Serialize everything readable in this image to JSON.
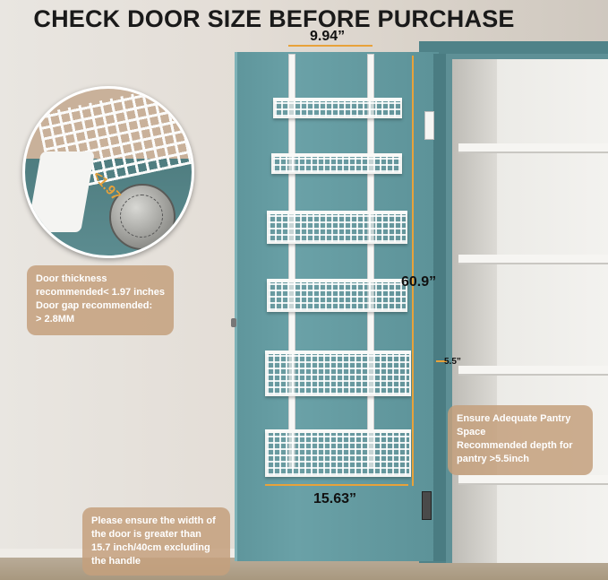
{
  "title": "CHECK DOOR SIZE BEFORE PURCHASE",
  "dimensions": {
    "top_width": "9.94”",
    "height": "60.9”",
    "bottom_width": "15.63”",
    "depth": "5.5”",
    "door_thickness": "<1.97"
  },
  "callouts": {
    "door_thickness": [
      "Door thickness",
      "recommended< 1.97 inches",
      "Door gap recommended:",
      " > 2.8MM"
    ],
    "pantry_space": [
      "Ensure Adequate Pantry",
      "Space",
      "Recommended depth for",
      "pantry >5.5inch"
    ],
    "door_width": [
      "Please ensure the width of",
      "the door is greater than",
      "15.7 inch/40cm excluding",
      "the handle"
    ]
  },
  "colors": {
    "accent": "#e8a23a",
    "door": "#6aa1a7",
    "callout_bg": "#c4a07d"
  },
  "icons": {
    "coin": "coin-icon",
    "zoom": "magnifier-inset"
  }
}
